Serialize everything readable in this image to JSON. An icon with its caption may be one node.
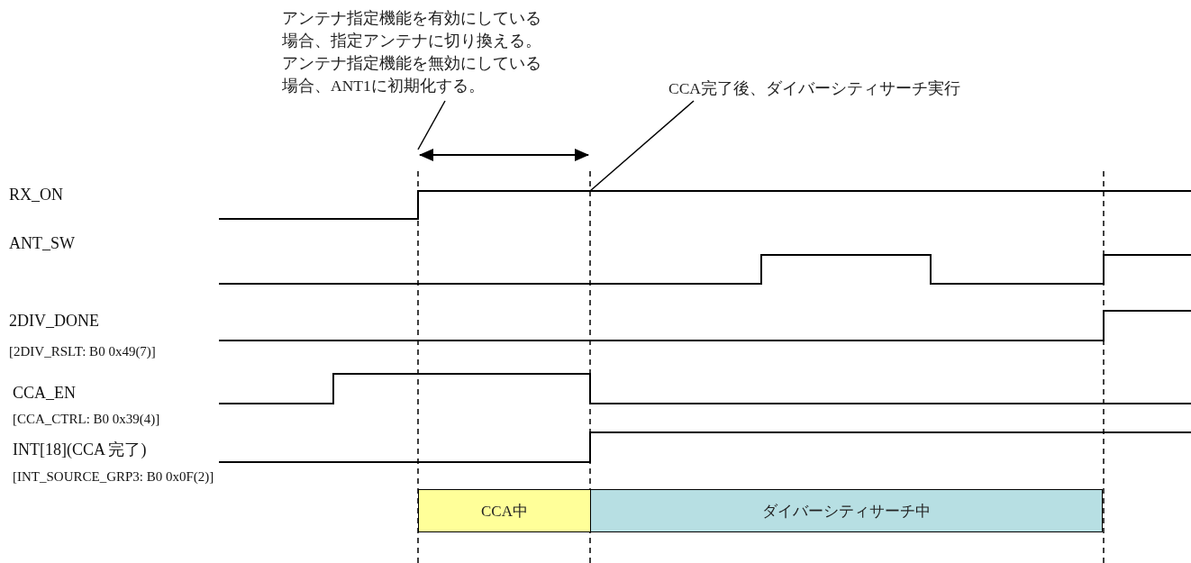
{
  "diagram": {
    "nodes": [
      {
        "text": [
          "アンテナ指定機能を有効にしている場合、指定アンテナに切り換える。アンテナ指定機能を無効にしている場合、ANT1に初期化する。"
        ]
      },
      {
        "text": [
          "CCA完了後、ダイバーシティサーチ実行"
        ]
      },
      {
        "text": [
          "CCA中"
        ]
      },
      {
        "text": [
          "ダイバーシティサーチ中"
        ]
      }
    ],
    "edges": [
      {
        "from": 0,
        "to": null,
        "arrow": "none"
      },
      {
        "from": 1,
        "to": null,
        "arrow": "none"
      }
    ],
    "labels": [
      "RX_ON",
      "ANT_SW",
      "2DIV_DONE",
      "[2DIV_RSLT: B0 0x49(7)]",
      "CCA_EN",
      "[CCA_CTRL: B0 0x39(4)]",
      "INT[18](CCA 完了)",
      "[INT_SOURCE_GRP3: B0 0x0F(2)]"
    ]
  }
}
